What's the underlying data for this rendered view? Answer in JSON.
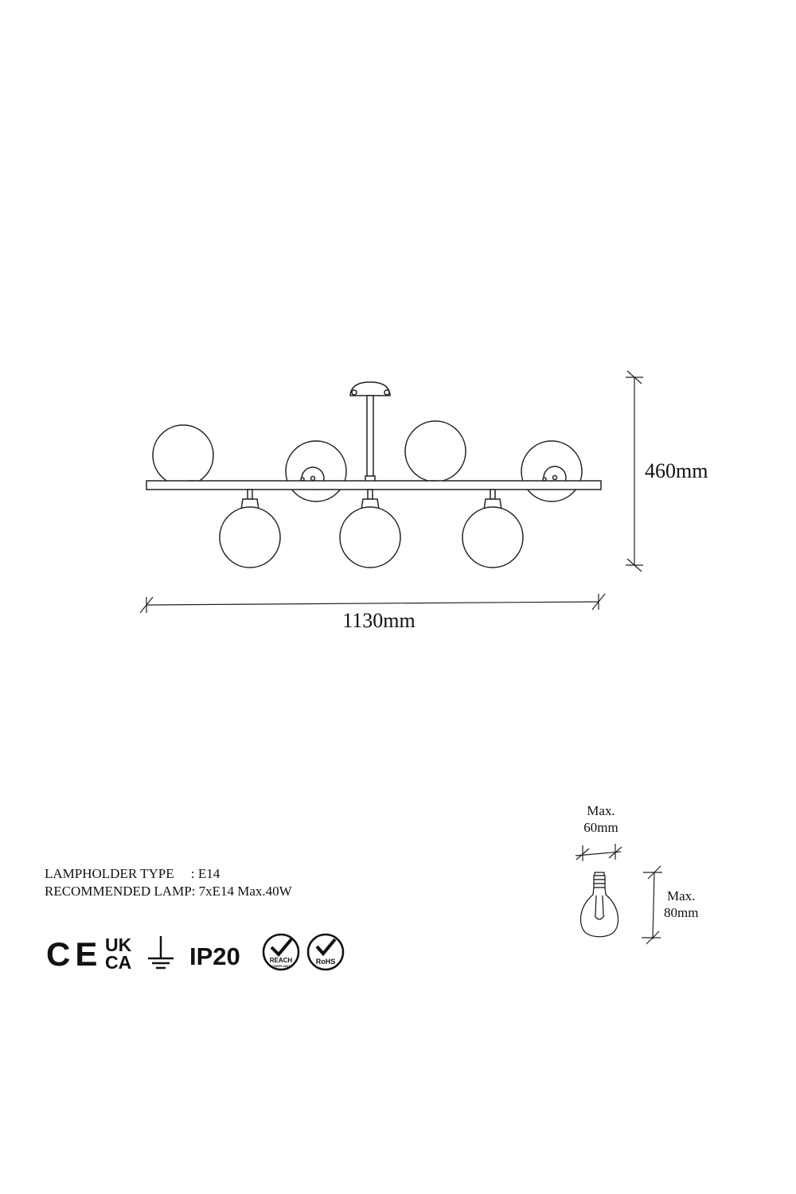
{
  "dimensions": {
    "height": "460mm",
    "width": "1130mm"
  },
  "bulb": {
    "max_width_label": "Max.",
    "max_width_value": "60mm",
    "max_height_label": "Max.",
    "max_height_value": "80mm"
  },
  "specs": {
    "lampholder": "LAMPHOLDER TYPE     : E14",
    "recommended": "RECOMMENDED LAMP: 7xE14 Max.40W"
  },
  "certifications": {
    "ce": "CE",
    "ukca_top": "UK",
    "ukca_bottom": "CA",
    "ip": "IP20",
    "reach": "REACH",
    "reach_sub": "COMPLIANT",
    "rohs": "RoHS"
  },
  "colors": {
    "line": "#222222"
  }
}
